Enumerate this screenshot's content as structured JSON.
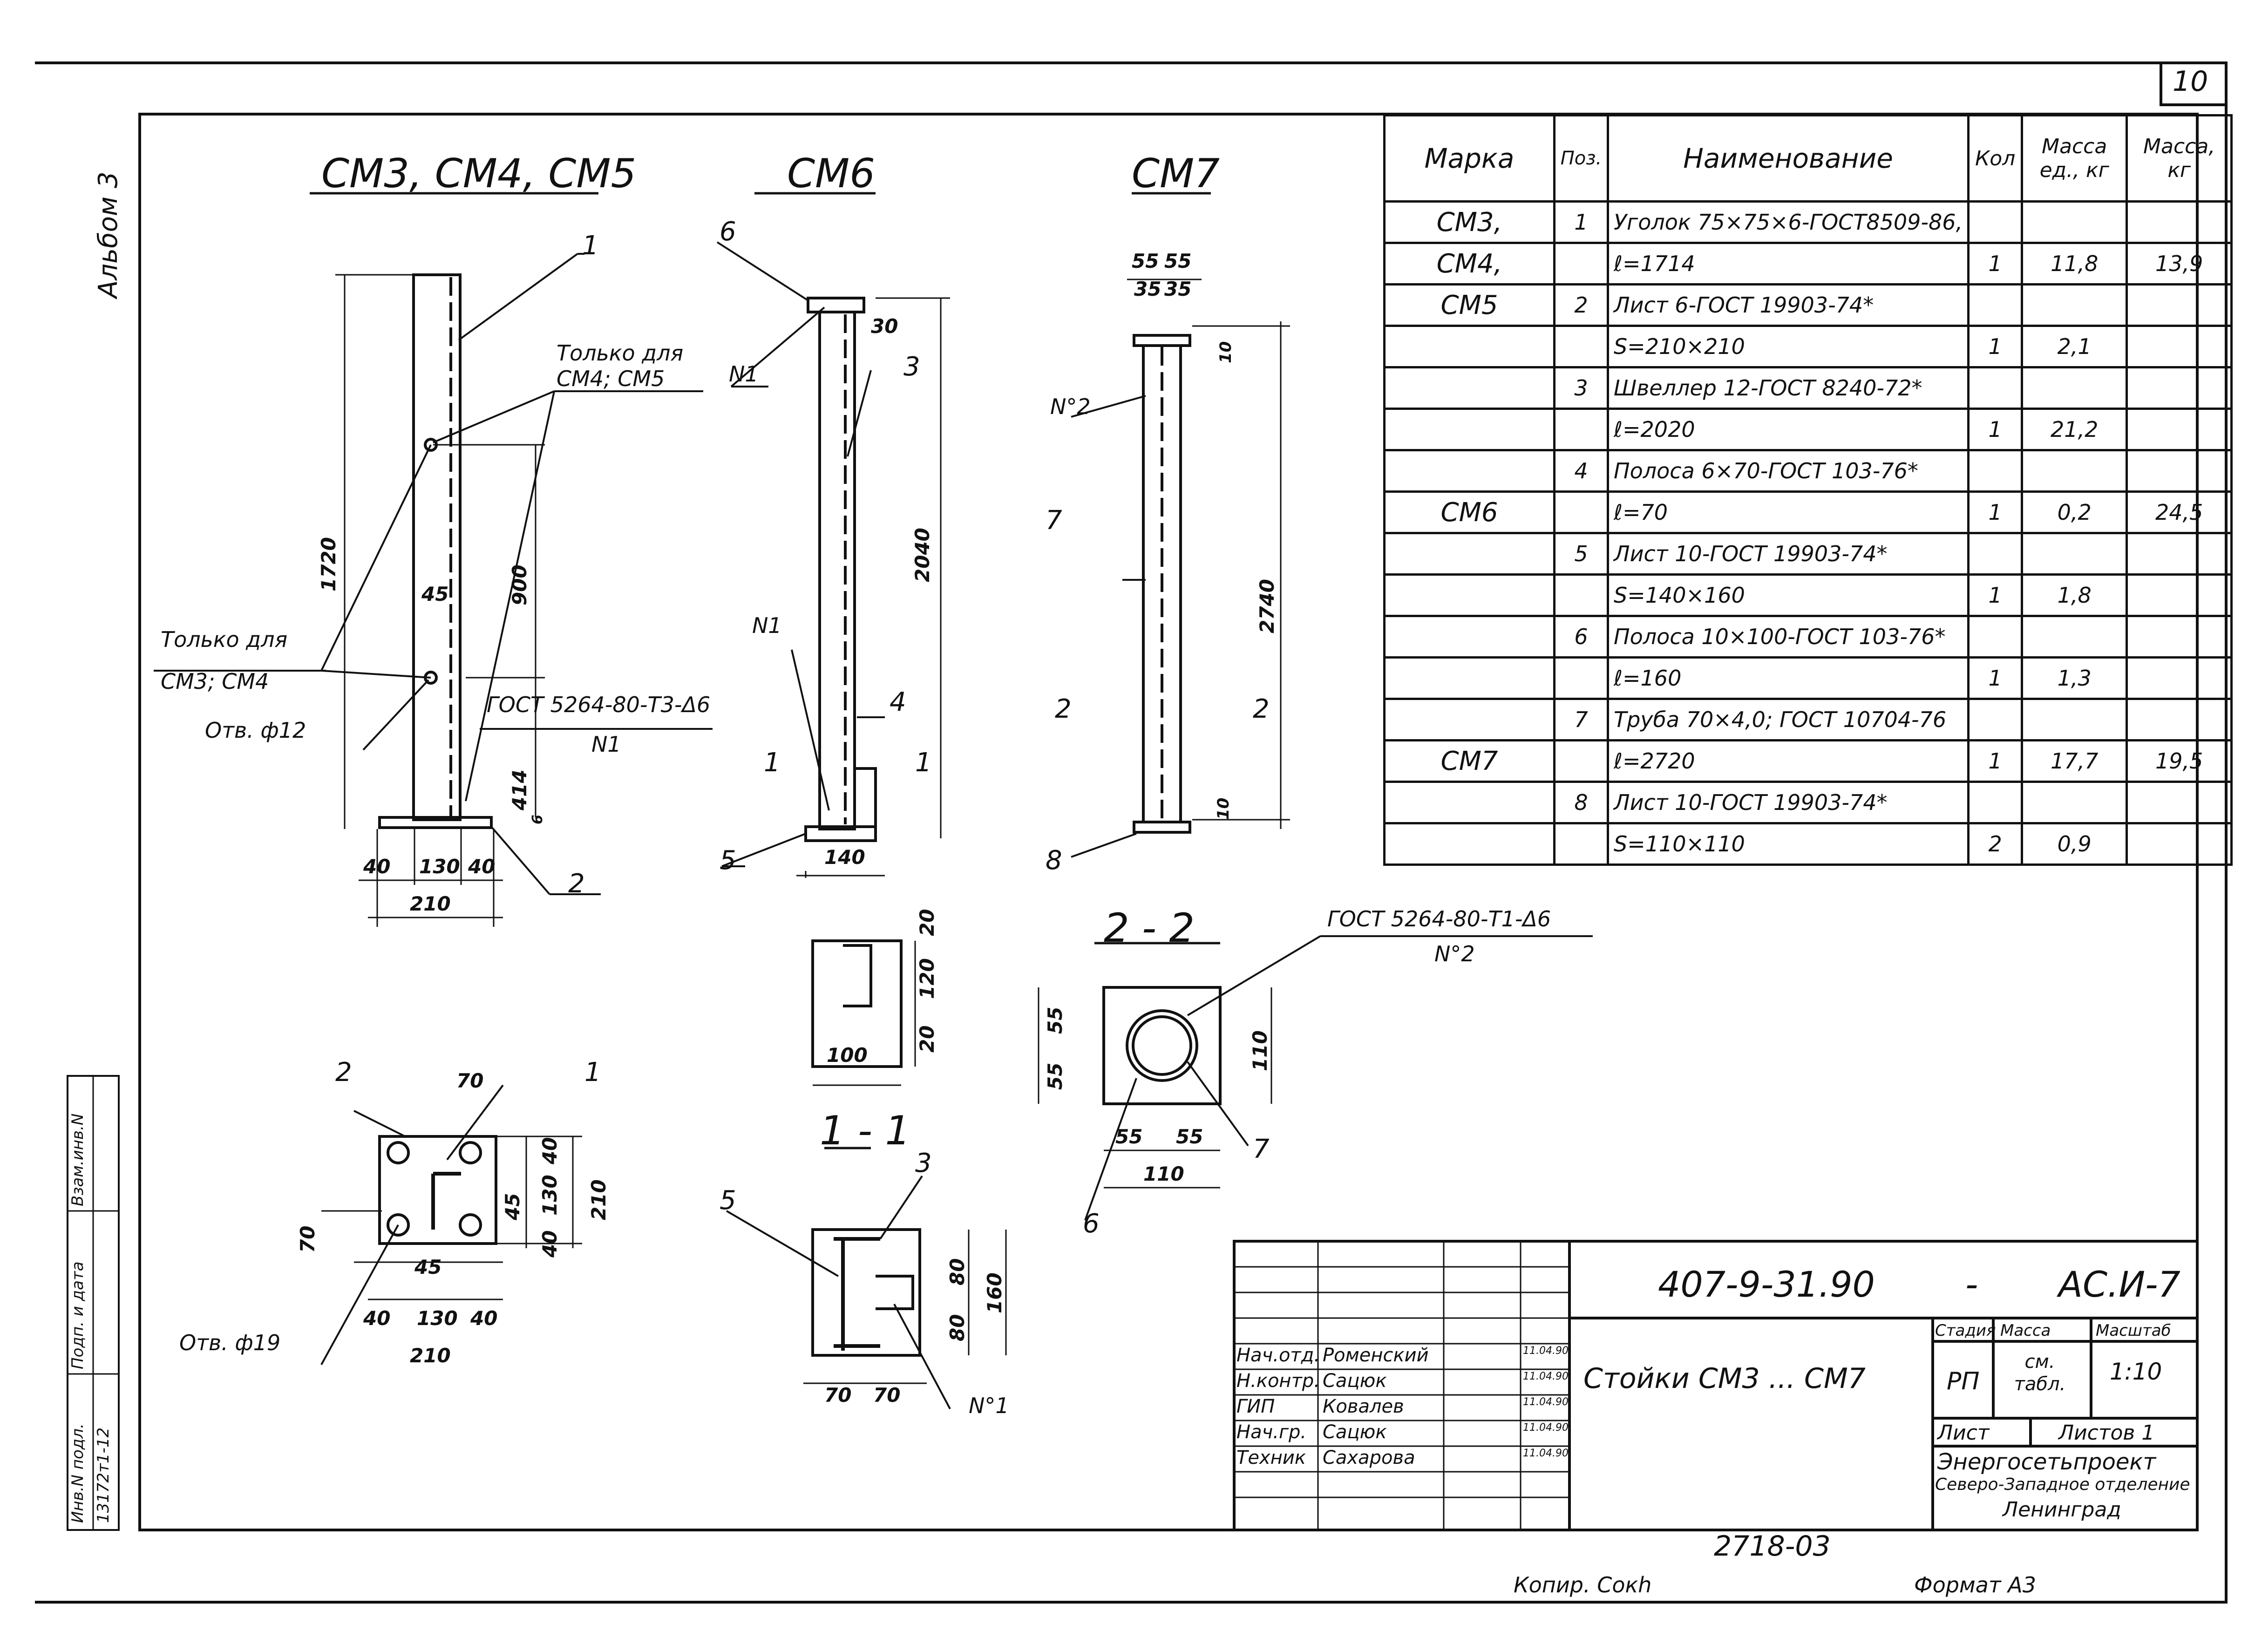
{
  "page_number": "10",
  "album_label": "Альбом 3",
  "views": {
    "cm345": {
      "title": "СМ3, СМ4, СМ5",
      "pos1": "1",
      "only_cm45_line1": "Только для",
      "only_cm45_line2": "СМ4; СМ5",
      "only_cm34_line1": "Только для",
      "only_cm34_line2": "СМ3; СМ4",
      "hole12": "Отв. ф12",
      "weld": "ГОСТ 5264-80-Т3-Δ6",
      "weld_ref": "N1",
      "pos2": "2",
      "d1720": "1720",
      "d900": "900",
      "d45": "45",
      "d414": "414",
      "d6": "6",
      "d40a": "40",
      "d130": "130",
      "d40b": "40",
      "d210": "210"
    },
    "cm6": {
      "title": "СМ6",
      "pos6": "6",
      "n1a": "N1",
      "d30": "30",
      "pos3": "3",
      "d2040": "2040",
      "n1b": "N1",
      "pos4": "4",
      "sec_l": "1",
      "sec_r": "1",
      "pos5": "5",
      "d140": "140"
    },
    "cm7": {
      "title": "СМ7",
      "d55a": "55",
      "d55b": "55",
      "d35a": "35",
      "d35b": "35",
      "d10a": "10",
      "n2": "N°2",
      "pos7": "7",
      "d2740": "2740",
      "sec2_l": "2",
      "sec2_r": "2",
      "d10b": "10",
      "pos8": "8"
    },
    "plate_cm345": {
      "pos2": "2",
      "d70": "70",
      "pos1": "1",
      "d40a": "40",
      "d45v": "45",
      "d130v": "130",
      "d40b": "40",
      "d210v": "210",
      "d70h": "70",
      "d45h": "45",
      "hole19": "Отв. ф19",
      "d40c": "40",
      "d130h": "130",
      "d40d": "40",
      "d210h": "210"
    },
    "plate_cm6_top": {
      "d20a": "20",
      "d120": "120",
      "d20b": "20",
      "d100": "100"
    },
    "section_1_1": {
      "title": "1 - 1",
      "pos3": "3",
      "pos5": "5",
      "d80a": "80",
      "d80b": "80",
      "d160": "160",
      "d70a": "70",
      "d70b": "70",
      "n1": "N°1"
    },
    "section_2_2": {
      "title": "2 - 2",
      "weld": "ГОСТ 5264-80-Т1-Δ6",
      "weld_ref": "N°2",
      "d55a": "55",
      "d55b": "55",
      "d110v": "110",
      "d55c": "55",
      "d55d": "55",
      "d110h": "110",
      "pos7": "7",
      "pos6": "6"
    }
  },
  "spec_table": {
    "headers": [
      "Марка",
      "Поз.",
      "Наименование",
      "Кол",
      "Масса ед., кг",
      "Масса, кг"
    ],
    "rows": [
      {
        "mark": "СМ3,",
        "pos": "1",
        "name": "Уголок 75×75×6-ГОСТ8509-86,",
        "qty": "",
        "unit": "",
        "mass": ""
      },
      {
        "mark": "СМ4,",
        "pos": "",
        "name": "ℓ=1714",
        "qty": "1",
        "unit": "11,8",
        "mass": "13,9"
      },
      {
        "mark": "СМ5",
        "pos": "2",
        "name": "Лист 6-ГОСТ 19903-74*",
        "qty": "",
        "unit": "",
        "mass": ""
      },
      {
        "mark": "",
        "pos": "",
        "name": "S=210×210",
        "qty": "1",
        "unit": "2,1",
        "mass": ""
      },
      {
        "mark": "",
        "pos": "3",
        "name": "Швеллер 12-ГОСТ 8240-72*",
        "qty": "",
        "unit": "",
        "mass": ""
      },
      {
        "mark": "",
        "pos": "",
        "name": "ℓ=2020",
        "qty": "1",
        "unit": "21,2",
        "mass": ""
      },
      {
        "mark": "",
        "pos": "4",
        "name": "Полоса 6×70-ГОСТ 103-76*",
        "qty": "",
        "unit": "",
        "mass": ""
      },
      {
        "mark": "СМ6",
        "pos": "",
        "name": "ℓ=70",
        "qty": "1",
        "unit": "0,2",
        "mass": "24,5"
      },
      {
        "mark": "",
        "pos": "5",
        "name": "Лист 10-ГОСТ 19903-74*",
        "qty": "",
        "unit": "",
        "mass": ""
      },
      {
        "mark": "",
        "pos": "",
        "name": "S=140×160",
        "qty": "1",
        "unit": "1,8",
        "mass": ""
      },
      {
        "mark": "",
        "pos": "6",
        "name": "Полоса 10×100-ГОСТ 103-76*",
        "qty": "",
        "unit": "",
        "mass": ""
      },
      {
        "mark": "",
        "pos": "",
        "name": "ℓ=160",
        "qty": "1",
        "unit": "1,3",
        "mass": ""
      },
      {
        "mark": "",
        "pos": "7",
        "name": "Труба 70×4,0; ГОСТ 10704-76",
        "qty": "",
        "unit": "",
        "mass": ""
      },
      {
        "mark": "СМ7",
        "pos": "",
        "name": "ℓ=2720",
        "qty": "1",
        "unit": "17,7",
        "mass": "19,5"
      },
      {
        "mark": "",
        "pos": "8",
        "name": "Лист 10-ГОСТ 19903-74*",
        "qty": "",
        "unit": "",
        "mass": ""
      },
      {
        "mark": "",
        "pos": "",
        "name": "S=110×110",
        "qty": "2",
        "unit": "0,9",
        "mass": ""
      }
    ]
  },
  "title_block": {
    "doc_code": "407-9-31.90",
    "dash": "-",
    "sheet_code": "АС.И-7",
    "title": "Стойки СМ3 ... СМ7",
    "stage_label": "Стадия",
    "mass_label": "Масса",
    "scale_label": "Масштаб",
    "stage": "РП",
    "mass_value": "см. табл.",
    "scale": "1:10",
    "sheet_label": "Лист",
    "sheets_label": "Листов 1",
    "org1": "Энергосетьпроект",
    "org2": "Северо-Западное отделение",
    "org3": "Ленинград",
    "signers": [
      {
        "role": "Нач.отд.",
        "name": "Роменский",
        "date": "11.04.90"
      },
      {
        "role": "Н.контр.",
        "name": "Сацюк",
        "date": "11.04.90"
      },
      {
        "role": "ГИП",
        "name": "Ковалев",
        "date": "11.04.90"
      },
      {
        "role": "Нач.гр.",
        "name": "Сацюк",
        "date": "11.04.90"
      },
      {
        "role": "Техник",
        "name": "Сахарова",
        "date": "11.04.90"
      }
    ]
  },
  "side_stamp": {
    "l1": "Взам.инв.N",
    "l2": "Подп. и дата",
    "l3": "Инв.N подл.",
    "l4": "13172т1-12"
  },
  "footer": {
    "order_number": "2718-03",
    "copied": "Копир. Сокh",
    "format": "Формат А3"
  }
}
